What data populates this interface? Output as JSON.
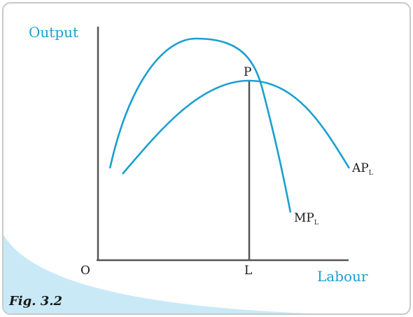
{
  "diagram": {
    "y_axis_label": "Output",
    "x_axis_label": "Labour",
    "origin_label": "O",
    "point_label": "P",
    "tick_label": "L",
    "curves": [
      {
        "name": "AP",
        "subscript": "L"
      },
      {
        "name": "MP",
        "subscript": "L"
      }
    ]
  },
  "caption": "Fig. 3.2",
  "colors": {
    "curve": "#1a9fd0",
    "axis_label": "#1a9fd0",
    "axis": "#555555",
    "text": "#1a1a1a",
    "wave": "#c9e9f7"
  }
}
